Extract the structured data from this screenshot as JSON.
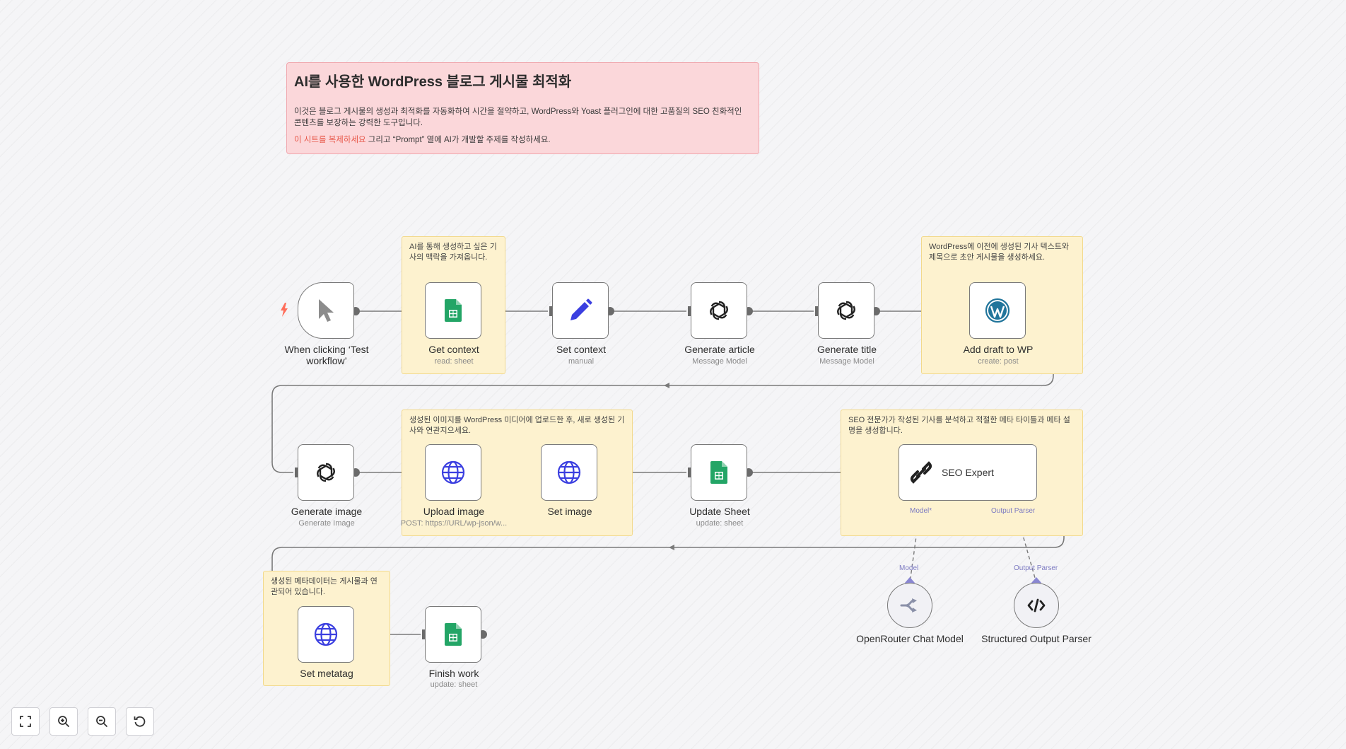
{
  "intro": {
    "title": "AI를 사용한 WordPress 블로그 게시물 최적화",
    "body": "이것은 블로그 게시물의 생성과 최적화를 자동화하여 시간을 절약하고, WordPress와 Yoast 플러그인에 대한 고품질의 SEO 친화적인 콘텐츠를 보장하는 강력한 도구입니다.",
    "link": "이 시트를 복제하세요",
    "tail": " 그리고 “Prompt” 열에 AI가 개발할 주제를 작성하세요."
  },
  "stickies": {
    "get_context": "AI를 통해 생성하고 싶은 기사의 맥락을 가져옵니다.",
    "wordpress": "WordPress에 이전에 생성된 기사 텍스트와 제목으로 초안 게시물을 생성하세요.",
    "upload": "생성된 이미지를 WordPress 미디어에 업로드한 후, 새로 생성된 기사와 연관지으세요.",
    "seo": "SEO 전문가가 작성된 기사를 분석하고 적절한 메타 타이틀과 메타 설명을 생성합니다.",
    "metatag": "생성된 메타데이터는 게시물과 연관되어 있습니다."
  },
  "nodes": {
    "trigger": {
      "title": "When clicking ‘Test workflow’",
      "icon": "cursor-icon"
    },
    "get_context": {
      "title": "Get context",
      "sub": "read: sheet",
      "icon": "google-sheets-icon"
    },
    "set_context": {
      "title": "Set context",
      "sub": "manual",
      "icon": "pencil-icon"
    },
    "gen_article": {
      "title": "Generate article",
      "sub": "Message Model",
      "icon": "openai-icon"
    },
    "gen_title": {
      "title": "Generate title",
      "sub": "Message Model",
      "icon": "openai-icon"
    },
    "add_draft": {
      "title": "Add draft to WP",
      "sub": "create: post",
      "icon": "wordpress-icon"
    },
    "gen_image": {
      "title": "Generate image",
      "sub": "Generate Image",
      "icon": "openai-icon"
    },
    "upload_image": {
      "title": "Upload image",
      "sub": "POST: https://URL/wp-json/w...",
      "icon": "globe-icon"
    },
    "set_image": {
      "title": "Set image",
      "icon": "globe-icon"
    },
    "update_sheet": {
      "title": "Update Sheet",
      "sub": "update: sheet",
      "icon": "google-sheets-icon"
    },
    "seo_expert": {
      "title": "SEO Expert",
      "icon": "agent-icon"
    },
    "openrouter": {
      "title": "OpenRouter Chat Model",
      "icon": "openrouter-icon"
    },
    "parser": {
      "title": "Structured Output Parser",
      "icon": "code-icon"
    },
    "set_metatag": {
      "title": "Set metatag",
      "icon": "globe-icon"
    },
    "finish_work": {
      "title": "Finish work",
      "sub": "update: sheet",
      "icon": "google-sheets-icon"
    }
  },
  "ports": {
    "model_in": "Model*",
    "parser_in": "Output Parser",
    "model_out": "Model",
    "parser_out": "Output Parser"
  },
  "controls": [
    "fit-view-icon",
    "zoom-in-icon",
    "zoom-out-icon",
    "reset-icon"
  ],
  "colors": {
    "sheets": "#23a566",
    "pencil": "#3b3fe0",
    "globe": "#3b3fe0",
    "wordpress": "#21759b",
    "port": "#6b6b6b",
    "ai_port": "#8a87d2",
    "bolt": "#ff6d5a"
  }
}
